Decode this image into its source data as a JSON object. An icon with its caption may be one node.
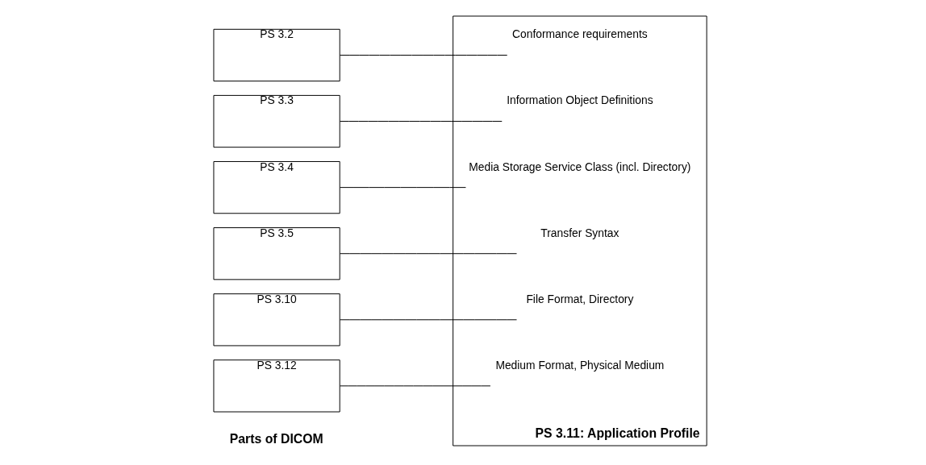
{
  "diagram": {
    "nodes": [
      {
        "text": [
          "PS 3.2"
        ]
      },
      {
        "text": [
          "PS 3.3"
        ]
      },
      {
        "text": [
          "PS 3.4"
        ]
      },
      {
        "text": [
          "PS 3.5"
        ]
      },
      {
        "text": [
          "PS 3.10"
        ]
      },
      {
        "text": [
          "PS 3.12"
        ]
      },
      {
        "text": [
          "PS 3.11: Application Profile"
        ]
      },
      {
        "text": [
          "Conformance requirements"
        ],
        "in": 6
      },
      {
        "text": [
          "Information Object Definitions"
        ],
        "in": 6
      },
      {
        "text": [
          "Media Storage Service Class (incl. Directory)"
        ],
        "in": 6
      },
      {
        "text": [
          "Transfer Syntax"
        ],
        "in": 6
      },
      {
        "text": [
          "File Format, Directory"
        ],
        "in": 6
      },
      {
        "text": [
          "Medium Format, Physical Medium"
        ],
        "in": 6
      }
    ],
    "edges": [
      {
        "from": 0,
        "to": 7,
        "arrow": "none"
      },
      {
        "from": 1,
        "to": 8,
        "arrow": "none"
      },
      {
        "from": 2,
        "to": 9,
        "arrow": "none"
      },
      {
        "from": 3,
        "to": 10,
        "arrow": "none"
      },
      {
        "from": 4,
        "to": 11,
        "arrow": "none"
      },
      {
        "from": 5,
        "to": 12,
        "arrow": "none"
      }
    ],
    "labels": [
      "Parts of DICOM"
    ]
  }
}
